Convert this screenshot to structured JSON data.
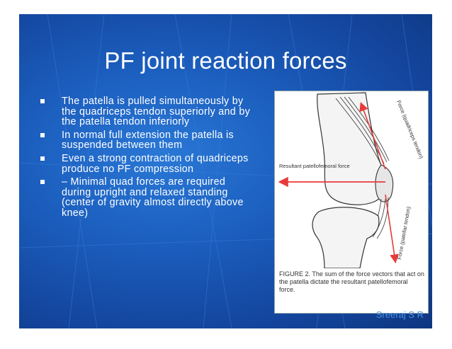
{
  "slide": {
    "title": "PF joint reaction forces",
    "bullets": [
      "The patella is pulled simultaneously by the quadriceps tendon superiorly and by the patella tendon inferiorly",
      "In normal full extension the patella is suspended between them",
      "Even a strong contraction of quadriceps produce no PF compression",
      "– Minimal quad forces are required during upright and relaxed standing (center of gravity almost directly above knee)"
    ],
    "author": "Sreeraj S R"
  },
  "figure": {
    "label_resultant": "Resultant patellofemoral force",
    "label_quadriceps": "Force (quadriceps tendon)",
    "label_patellar": "Force (patellar tendon)",
    "caption": "FIGURE 2. The sum of the force vectors that act on the patella dictate the resultant patellofemoral force."
  },
  "colors": {
    "background": "#1c5fbf",
    "arrow": "#e83a3a",
    "author": "#4c8fe0"
  }
}
